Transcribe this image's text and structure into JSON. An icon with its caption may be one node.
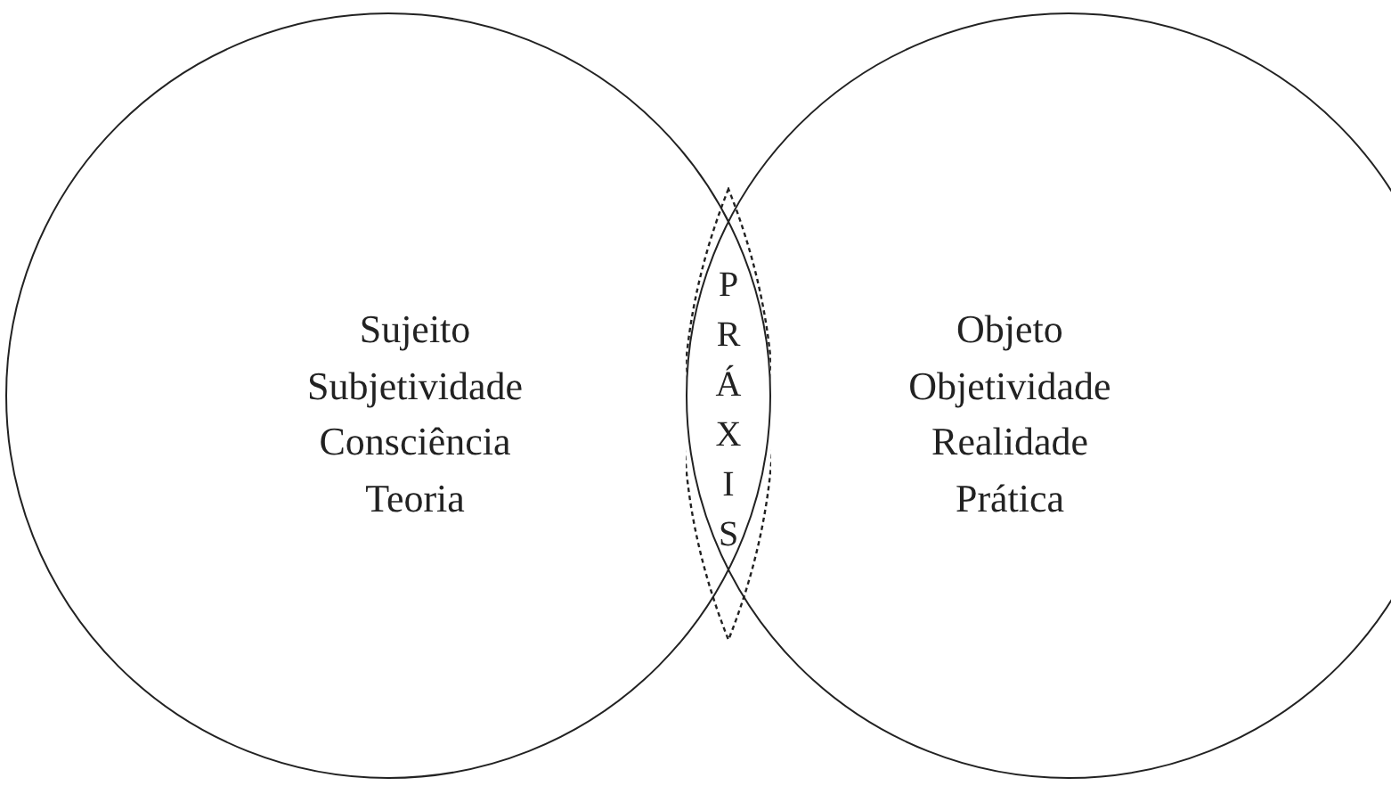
{
  "diagram": {
    "nodes": [
      {
        "text": [
          "Sujeito",
          "Subjetividade",
          "Consciência",
          "Teoria"
        ]
      },
      {
        "text": [
          "PRÁXIS"
        ]
      },
      {
        "text": [
          "Objeto",
          "Objetividade",
          "Realidade",
          "Prática"
        ]
      }
    ]
  }
}
